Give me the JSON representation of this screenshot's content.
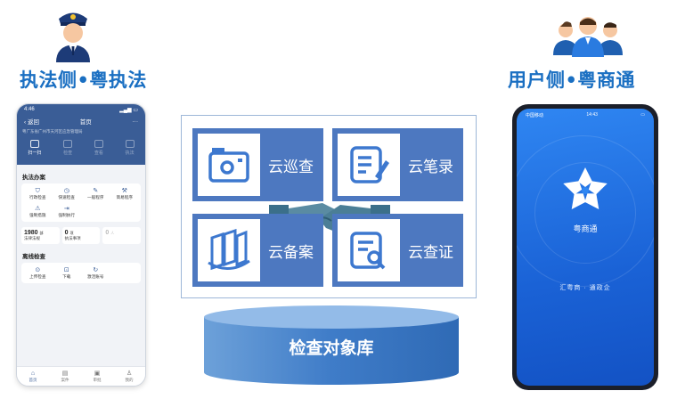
{
  "left": {
    "title": "执法侧•粤执法",
    "phone": {
      "time": "4:46",
      "back": "返回",
      "header": "首页",
      "menu": "···",
      "subtitle": "粤广东省广州市天河区应急管理局",
      "quick_actions": [
        {
          "label": "扫一扫",
          "icon": "scan-icon"
        },
        {
          "label": "检查",
          "icon": "check-icon"
        },
        {
          "label": "查看",
          "icon": "view-icon"
        },
        {
          "label": "执法",
          "icon": "enforce-icon"
        }
      ],
      "section_enforce": "执法办案",
      "enforce_items": [
        {
          "label": "行政检查",
          "icon": "shield-icon"
        },
        {
          "label": "快速检查",
          "icon": "clock-icon"
        },
        {
          "label": "一般程序",
          "icon": "pencil-icon"
        },
        {
          "label": "简易程序",
          "icon": "hammer-icon"
        },
        {
          "label": "强制措施",
          "icon": "alert-icon"
        },
        {
          "label": "强制执行",
          "icon": "exit-icon"
        }
      ],
      "stats": [
        {
          "value": "1980",
          "unit": "部",
          "label": "法律法规"
        },
        {
          "value": "0",
          "unit": "项",
          "label": "执法事项"
        },
        {
          "value": "0",
          "unit": "人",
          "label": ""
        }
      ],
      "section_offline": "离线检查",
      "offline_items": [
        {
          "label": "上传检查",
          "icon": "upload-icon"
        },
        {
          "label": "下载",
          "icon": "download-icon"
        },
        {
          "label": "激活账号",
          "icon": "refresh-icon"
        }
      ],
      "tabs": [
        "首页",
        "案件",
        "审批",
        "我的"
      ]
    }
  },
  "center": {
    "tiles": [
      {
        "label": "云巡查",
        "icon": "camera-icon"
      },
      {
        "label": "云笔录",
        "icon": "notes-icon"
      },
      {
        "label": "云备案",
        "icon": "folders-icon"
      },
      {
        "label": "云查证",
        "icon": "search-document-icon"
      }
    ],
    "database_label": "检查对象库"
  },
  "right": {
    "title": "用户侧•粤商通",
    "phone": {
      "carrier": "中国移动",
      "time": "14:43",
      "app_name": "粤商通",
      "slogan": "汇粤商 · 通政企"
    }
  },
  "colors": {
    "accent": "#1a6fc2",
    "tile": "#4d78c0",
    "phone_header": "#3a5d96",
    "app_blue": "#2f86f2"
  }
}
